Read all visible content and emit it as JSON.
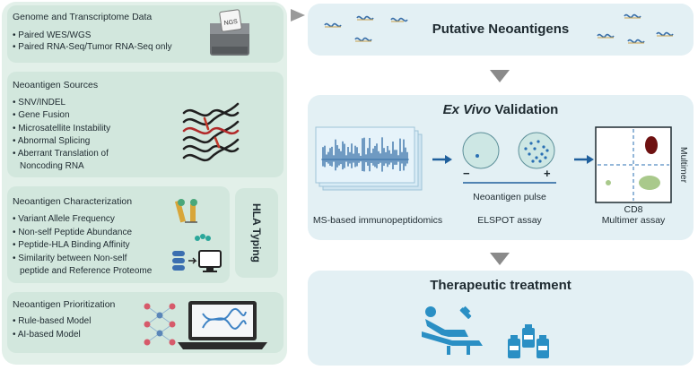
{
  "left": {
    "box1": {
      "title": "Genome and Transcriptome Data",
      "items": [
        "Paired WES/WGS",
        "Paired RNA-Seq/Tumor RNA-Seq only"
      ],
      "device_text": "NGS"
    },
    "box2": {
      "title": "Neoantigen Sources",
      "items": [
        "SNV/INDEL",
        "Gene Fusion",
        "Microsatellite Instability",
        "Abnormal Splicing",
        "Aberrant Translation of",
        "Noncoding RNA"
      ]
    },
    "box3": {
      "title": "Neoantigen Characterization",
      "items": [
        "Variant Allele Frequency",
        "Non-self Peptide Abundance",
        "Peptide-HLA Binding Affinity",
        "Similarity between Non-self",
        "peptide and Reference Proteome"
      ],
      "side_label": "HLA Typing"
    },
    "box4": {
      "title": "Neoantigen Prioritization",
      "items": [
        "Rule-based Model",
        "AI-based Model"
      ]
    }
  },
  "right": {
    "top_title": "Putative Neoantigens",
    "validation": {
      "title_italic": "Ex Vivo",
      "title_rest": " Validation",
      "captions": [
        "MS-based immunopeptidomics",
        "ELSPOT assay",
        "Multimer assay"
      ],
      "pulse_label": "Neoantigen pulse",
      "minus": "−",
      "plus": "+",
      "x_axis": "CD8",
      "y_axis": "Multimer"
    },
    "therapy_title": "Therapeutic treatment"
  },
  "colors": {
    "left_bg": "#e2f0e9",
    "box_bg": "#d2e7dd",
    "right_bg": "#e3f0f4",
    "accent": "#1f5f9c"
  }
}
